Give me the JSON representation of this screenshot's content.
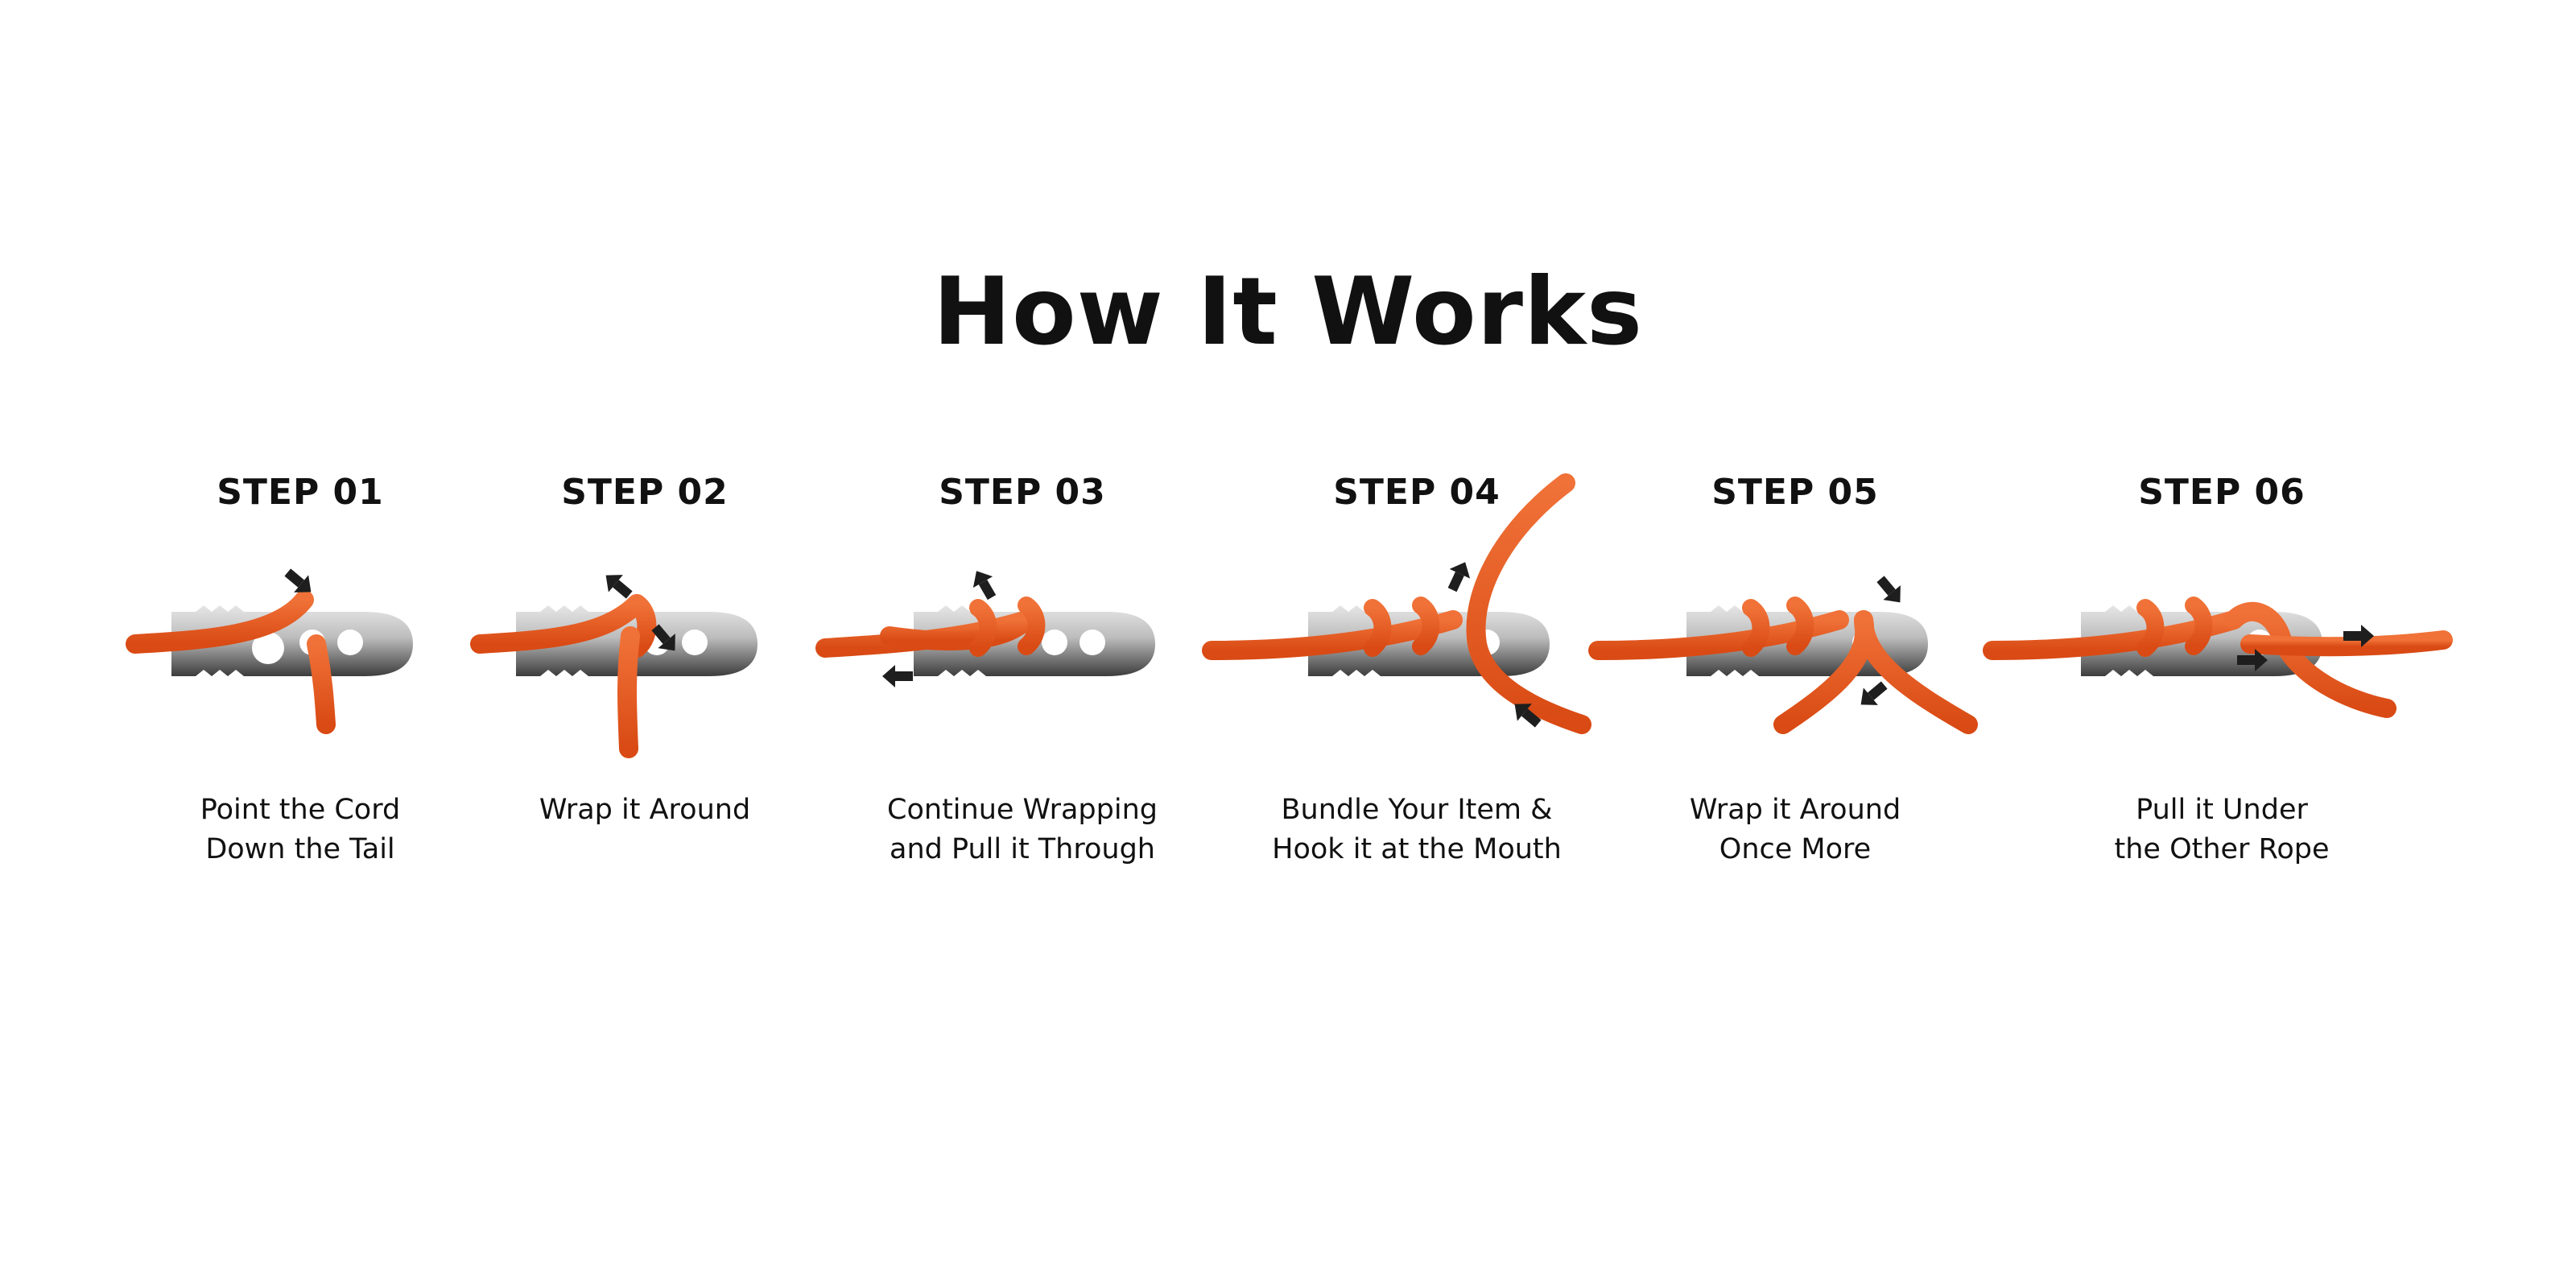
{
  "title": "How It Works",
  "colors": {
    "rope": "#e8561e",
    "rope_highlight": "#f58a4e",
    "tool_light": "#dcdcdc",
    "tool_dark": "#3a3a3a",
    "arrow": "#1e1e1e",
    "text": "#111111",
    "background": "#ffffff"
  },
  "steps": [
    {
      "label": "STEP 01",
      "caption": [
        "Point the Cord",
        "Down the Tail"
      ]
    },
    {
      "label": "STEP 02",
      "caption": [
        "Wrap it Around"
      ]
    },
    {
      "label": "STEP 03",
      "caption": [
        "Continue Wrapping",
        "and Pull it Through"
      ]
    },
    {
      "label": "STEP 04",
      "caption": [
        "Bundle Your Item &",
        "Hook it at the Mouth"
      ]
    },
    {
      "label": "STEP 05",
      "caption": [
        "Wrap it Around",
        "Once More"
      ]
    },
    {
      "label": "STEP 06",
      "caption": [
        "Pull it Under",
        "the Other Rope"
      ]
    }
  ]
}
